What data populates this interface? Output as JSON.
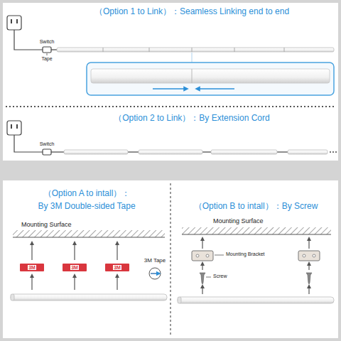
{
  "diagram": {
    "labels": [
      "（Option 1 to Link）：Seamless Linking end to end",
      "Switch",
      "Tape",
      "（Option 2 to Link）：By Extension Cord",
      "Switch",
      "（Option A to intall）：",
      "By 3M Double-sided Tape",
      "Mounting Surface",
      "3M",
      "3M",
      "3M",
      "3M Tape",
      "（Option B to intall）：By Screw",
      "Mounting Surface",
      "Mounting Bracket",
      "Screw"
    ]
  }
}
